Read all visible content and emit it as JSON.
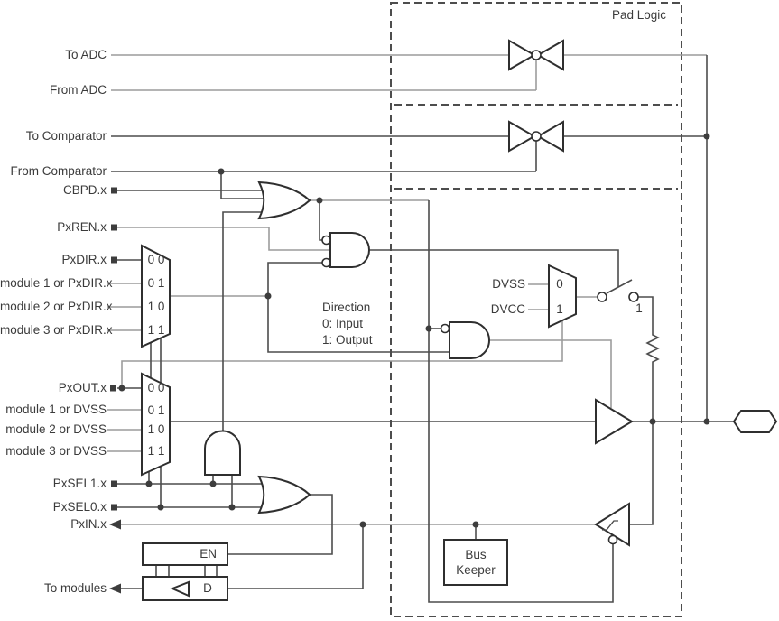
{
  "window": {
    "title": "Pad Logic"
  },
  "colors": {
    "background": "#ffffff",
    "wire_gray": "#9c9c9c",
    "wire_dark": "#4d4d4d",
    "outline": "#2f2f2f",
    "text": "#3b3b3b"
  },
  "signals": {
    "to_adc": "To ADC",
    "from_adc": "From ADC",
    "to_comparator": "To Comparator",
    "from_comparator": "From Comparator",
    "cbpd": "CBPD.x",
    "pxren": "PxREN.x",
    "pxdir": "PxDIR.x",
    "dir_mod1": "module 1 or PxDIR.x",
    "dir_mod2": "module 2 or PxDIR.x",
    "dir_mod3": "module 3 or PxDIR.x",
    "pxout": "PxOUT.x",
    "out_mod1": "module 1 or DVSS",
    "out_mod2": "module 2 or DVSS",
    "out_mod3": "module 3 or DVSS",
    "pxsel1": "PxSEL1.x",
    "pxsel0": "PxSEL0.x",
    "pxin": "PxIN.x",
    "to_modules": "To modules"
  },
  "direction_mux": {
    "rows": [
      "0 0",
      "0 1",
      "1 0",
      "1 1"
    ]
  },
  "output_mux": {
    "rows": [
      "0 0",
      "0 1",
      "1 0",
      "1 1"
    ]
  },
  "pull_mux": {
    "input0": "DVSS",
    "input1": "DVCC",
    "row0": "0",
    "row1": "1"
  },
  "direction_note": "Direction\n0: Input\n1: Output",
  "pull_switch_label": "1",
  "bus_keeper": "Bus\nKeeper",
  "input_latch": {
    "en": "EN",
    "d": "D"
  }
}
